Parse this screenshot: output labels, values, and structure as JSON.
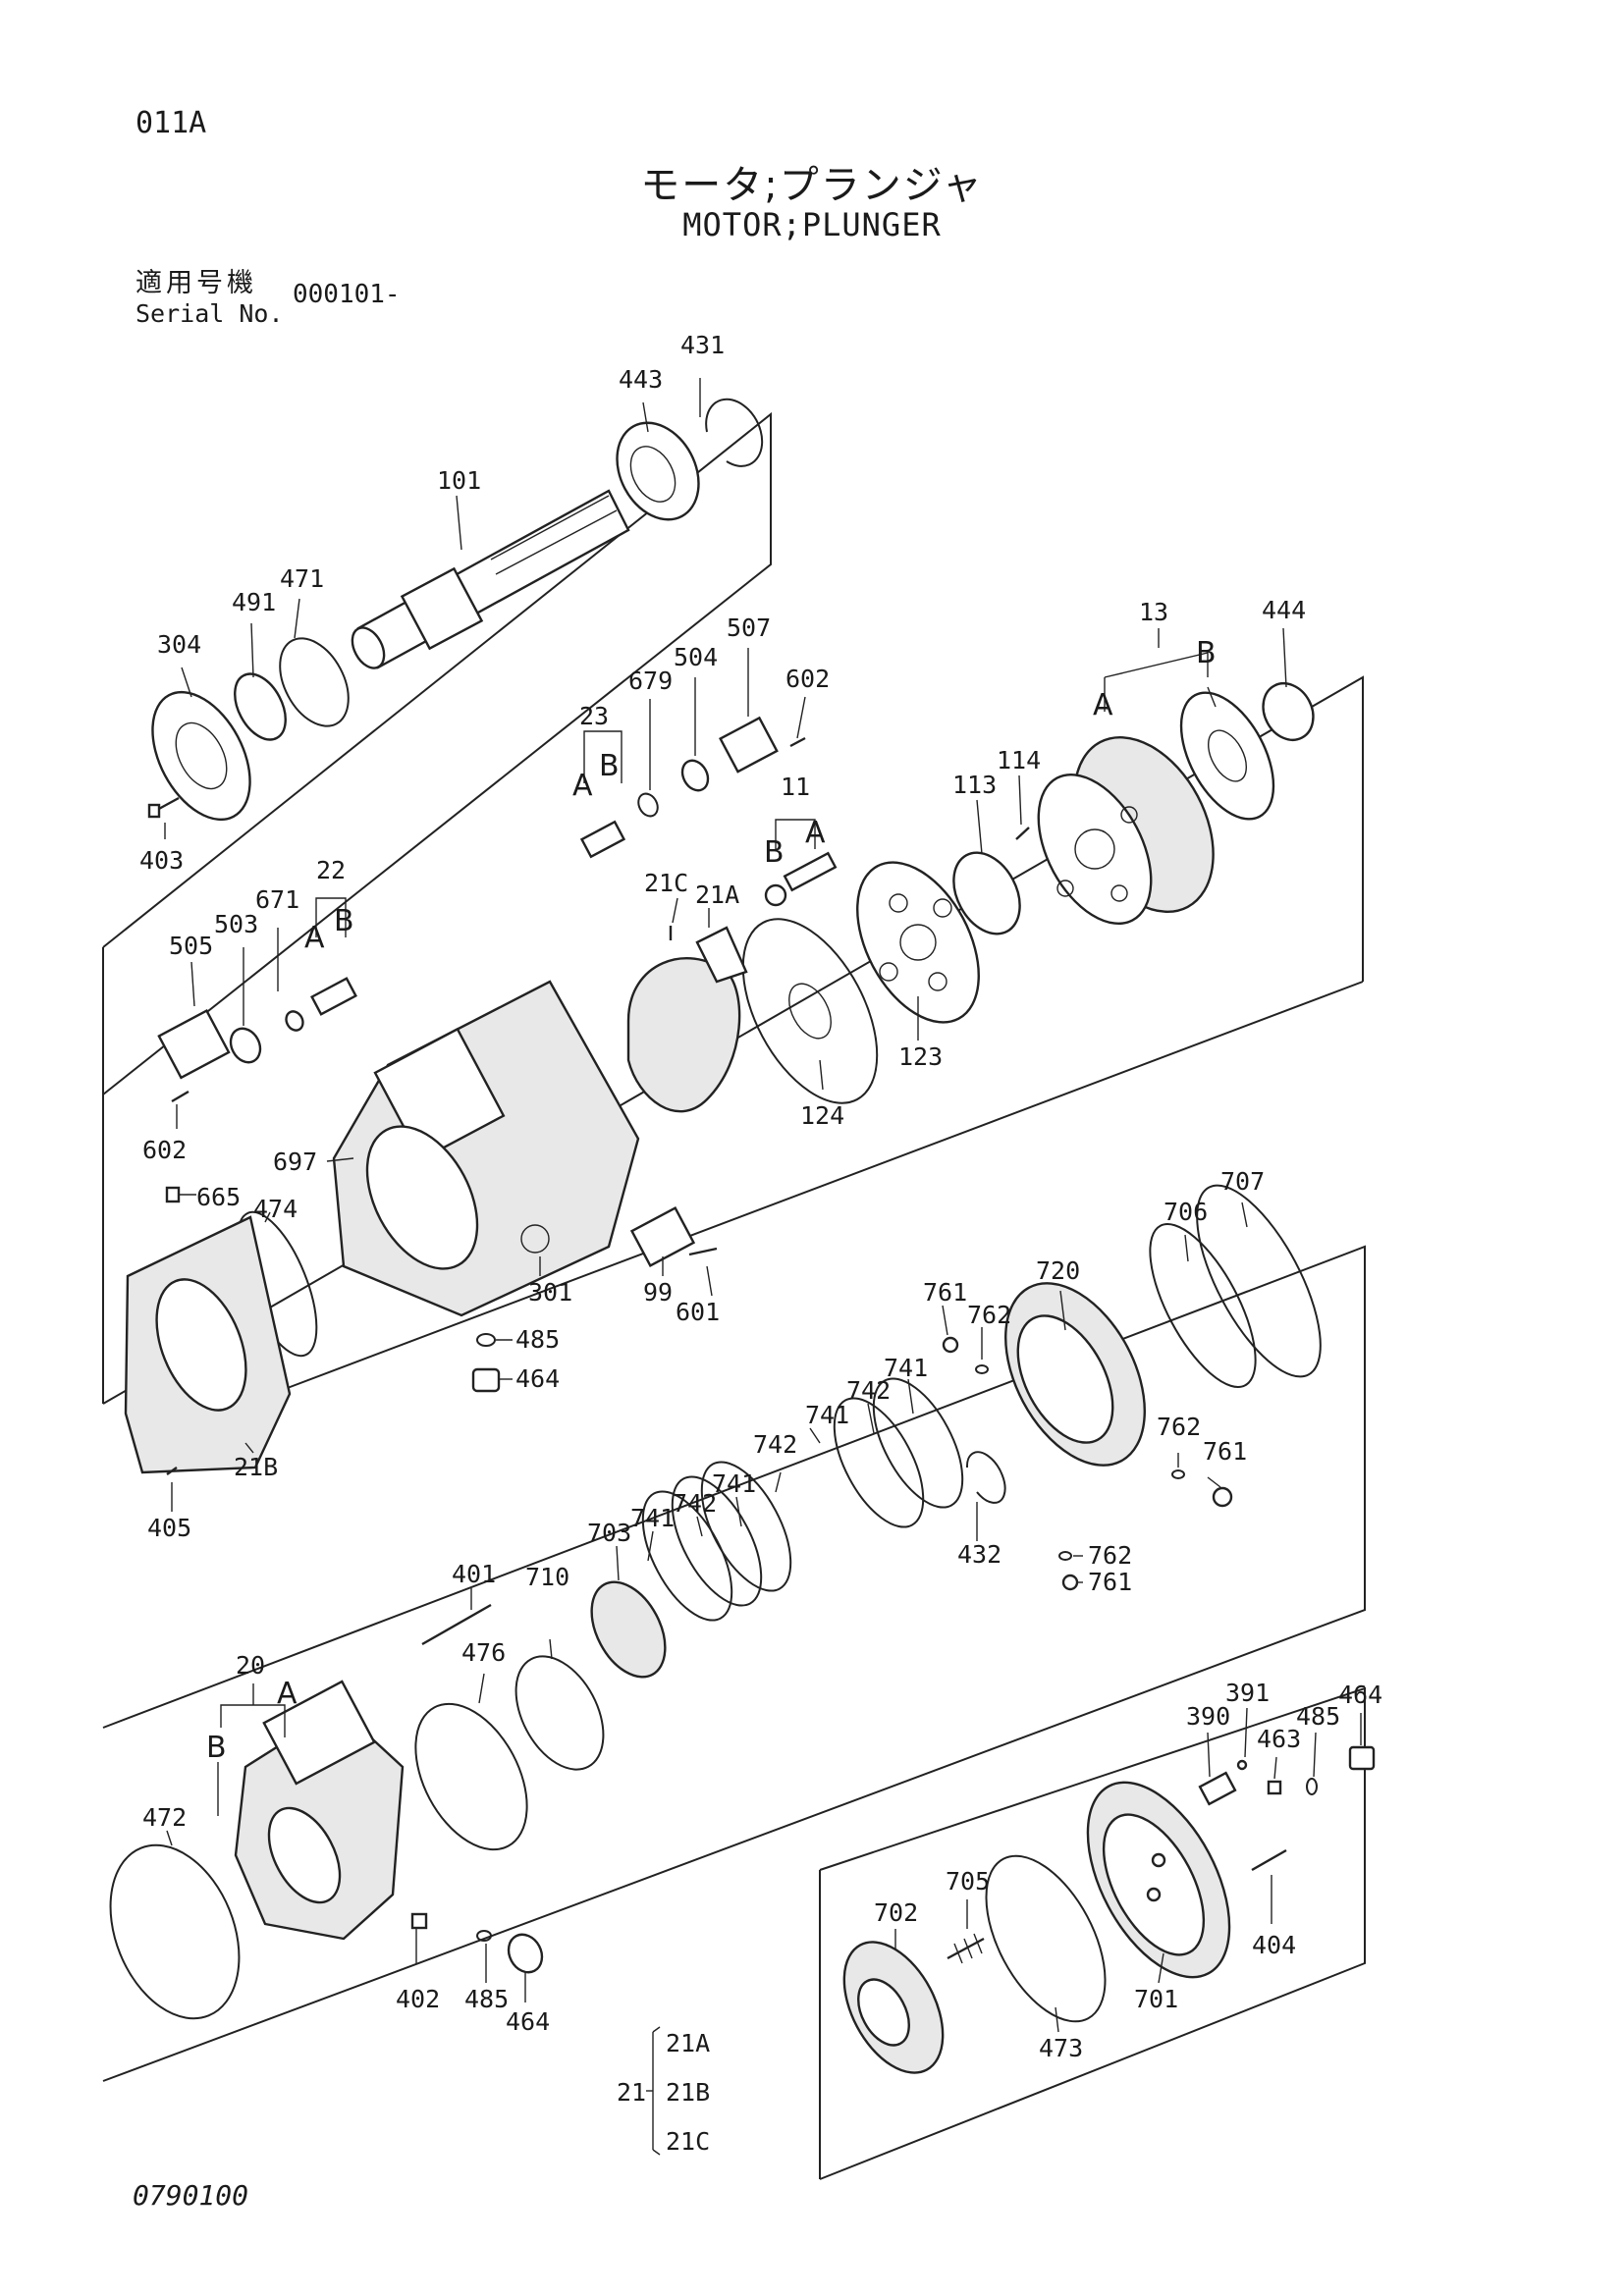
{
  "header": {
    "page_code": "011A",
    "title_ja": "モータ;プランジャ",
    "title_en": "MOTOR;PLUNGER",
    "serial_label_ja": "適用号機",
    "serial_label_en": "Serial No.",
    "serial_value": "000101-"
  },
  "callouts": {
    "p431": "431",
    "p443": "443",
    "p101": "101",
    "p471": "471",
    "p491": "491",
    "p304": "304",
    "p403": "403",
    "p13": "13",
    "p444": "444",
    "p13A": "A",
    "p13B": "B",
    "p507": "507",
    "p504": "504",
    "p679": "679",
    "p602a": "602",
    "p23": "23",
    "p23A": "A",
    "p23B": "B",
    "p11": "11",
    "p11A": "A",
    "p11B": "B",
    "p113": "113",
    "p114": "114",
    "p22": "22",
    "p22A": "A",
    "p22B": "B",
    "p671": "671",
    "p503": "503",
    "p505": "505",
    "p602b": "602",
    "p21C": "21C",
    "p21A": "21A",
    "p123": "123",
    "p124": "124",
    "p697": "697",
    "p665": "665",
    "p474": "474",
    "p99": "99",
    "p601": "601",
    "p301": "301",
    "p485a": "485",
    "p464a": "464",
    "p405": "405",
    "p21B": "21B",
    "p707": "707",
    "p706": "706",
    "p720": "720",
    "p761a": "761",
    "p762a": "762",
    "p741a": "741",
    "p742a": "742",
    "p741b": "741",
    "p742b": "742",
    "p741c": "741",
    "p742c": "742",
    "p741d": "741",
    "p703": "703",
    "p762b": "762",
    "p761b": "761",
    "p432": "432",
    "p762c": "762",
    "p761c": "761",
    "p401": "401",
    "p710": "710",
    "p476": "476",
    "p20": "20",
    "p20A": "A",
    "p20B": "B",
    "p472": "472",
    "p402": "402",
    "p485b": "485",
    "p464b": "464",
    "p391": "391",
    "p390": "390",
    "p463": "463",
    "p485c": "485",
    "p464c": "464",
    "p705": "705",
    "p702": "702",
    "p404": "404",
    "p701": "701",
    "p473": "473"
  },
  "legend": {
    "group": "21",
    "items": [
      "21A",
      "21B",
      "21C"
    ]
  },
  "footer": {
    "code": "0790100"
  }
}
